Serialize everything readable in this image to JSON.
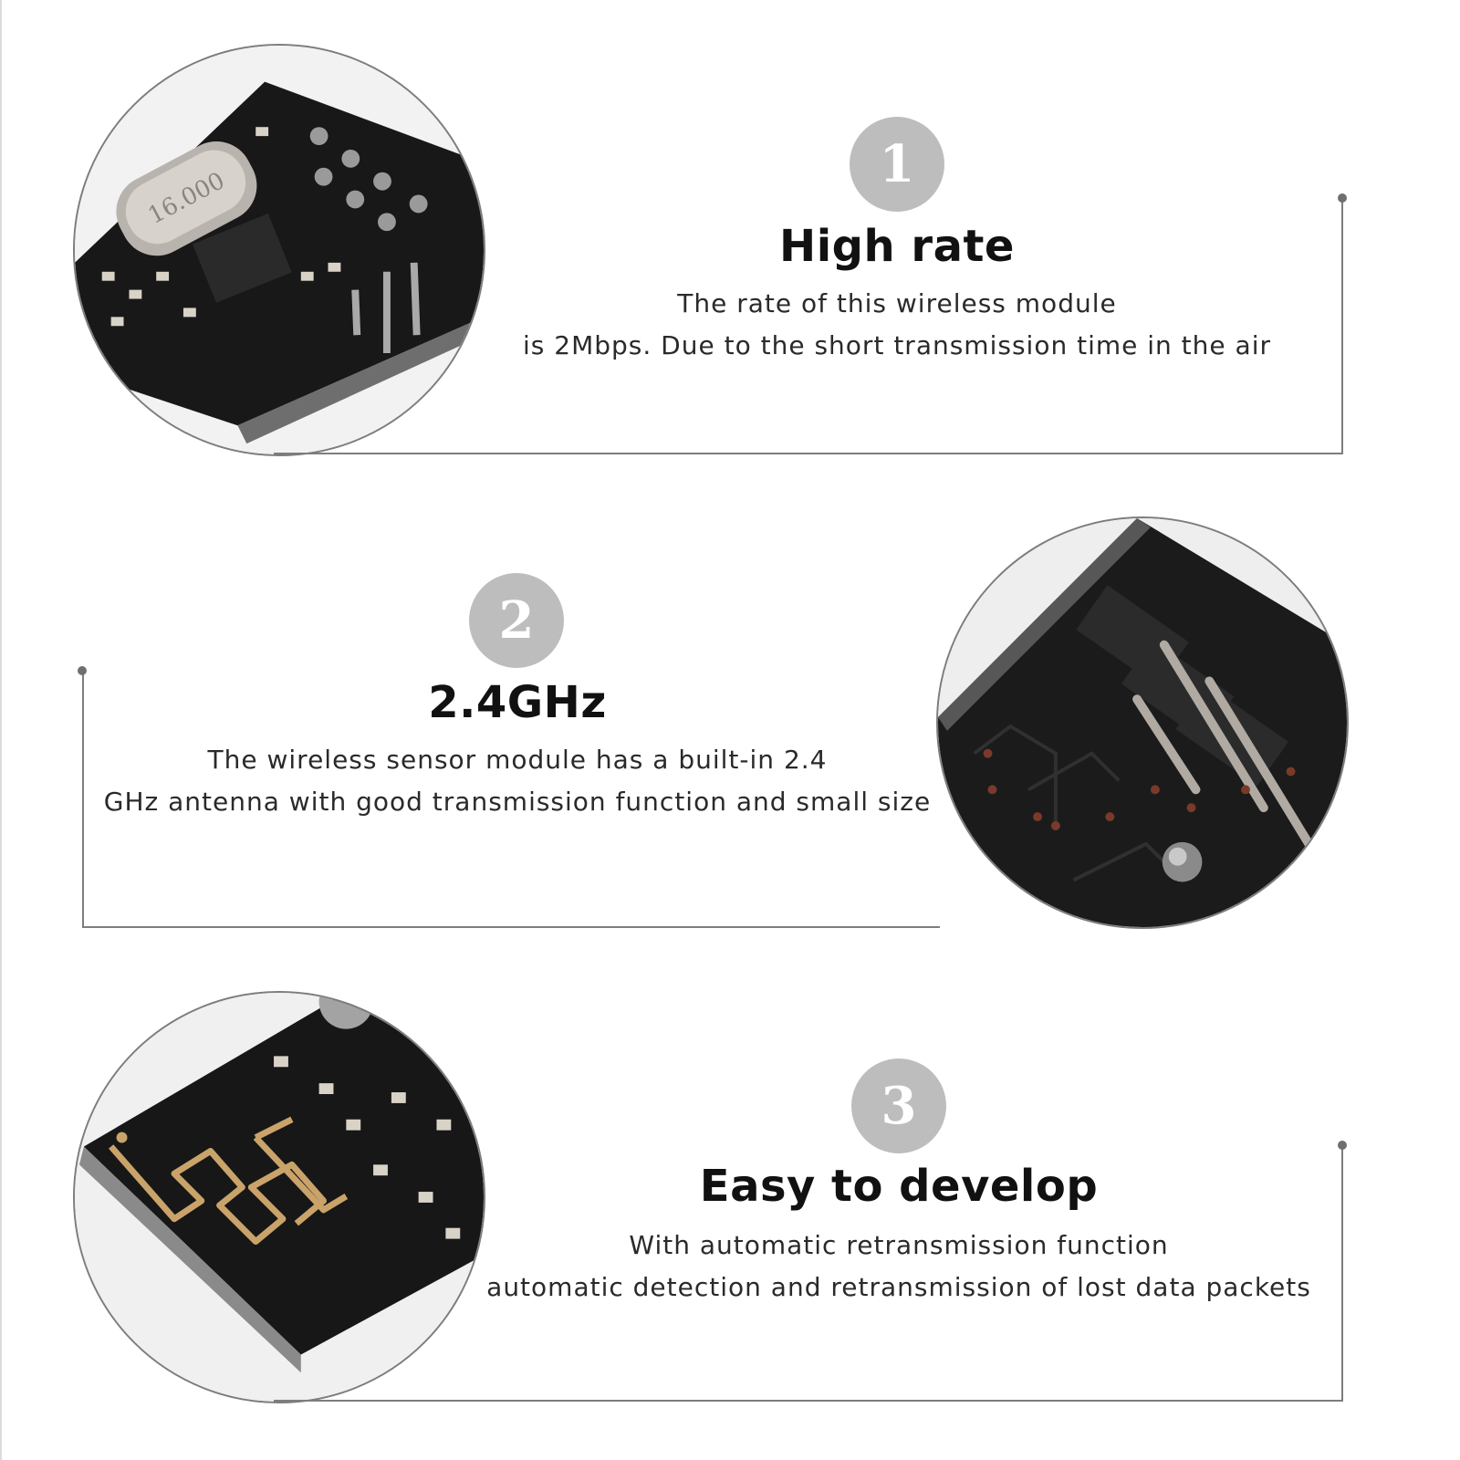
{
  "features": [
    {
      "number": "1",
      "title": "High rate",
      "lines": [
        "The rate of this wireless module",
        "is 2Mbps. Due to the short transmission time in the air"
      ],
      "photo": "crystal-oscillator-and-pin-header-closeup",
      "crystal_marking": "16.000"
    },
    {
      "number": "2",
      "title": "2.4GHz",
      "lines": [
        "The wireless sensor module has a built-in 2.4",
        "GHz antenna with good transmission function and small size"
      ],
      "photo": "board-underside-pins-closeup"
    },
    {
      "number": "3",
      "title": "Easy to develop",
      "lines": [
        "With automatic retransmission function",
        "automatic detection and retransmission of lost data packets"
      ],
      "photo": "pcb-antenna-trace-closeup"
    }
  ],
  "colors": {
    "badge": "#bdbdbd",
    "line": "#7d7d7d",
    "pcb": "#161616",
    "gold": "#caa36a"
  }
}
